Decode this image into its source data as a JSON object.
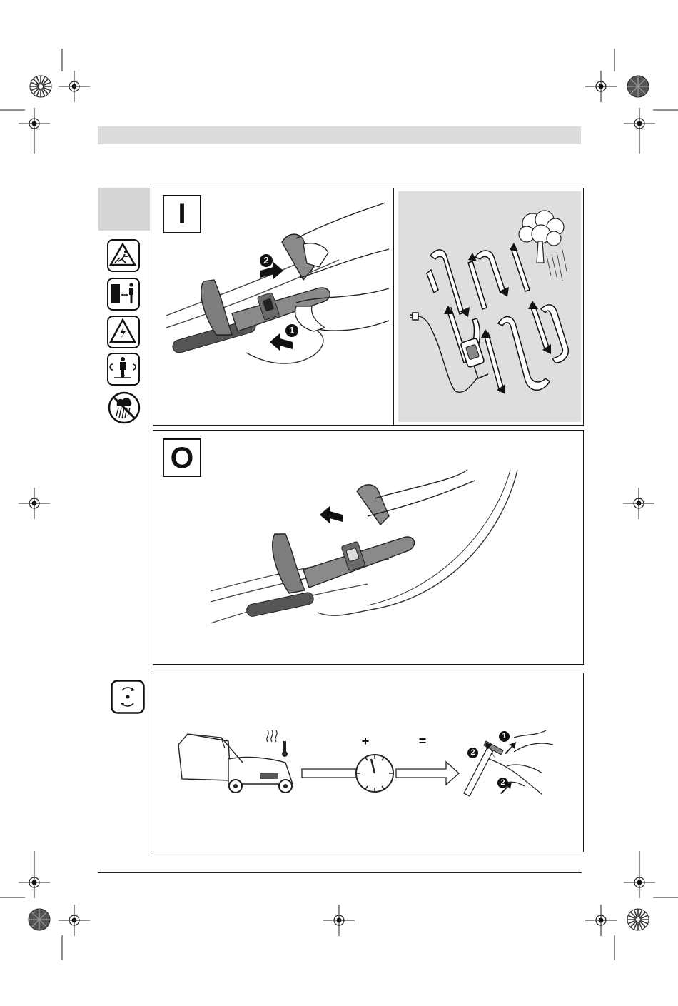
{
  "panels": {
    "switch_on": {
      "symbol": "I",
      "markers": [
        "1",
        "2"
      ]
    },
    "switch_off": {
      "symbol": "O"
    },
    "after_use": {
      "operators": [
        "+",
        "="
      ],
      "markers": [
        "1",
        "2",
        "2"
      ]
    }
  },
  "side_symbols": [
    "blade-hazard-icon",
    "keep-distance-icon",
    "electric-shock-icon",
    "bystander-hazard-icon",
    "no-rain-icon"
  ],
  "maintenance_symbol": "blade-rotation-icon",
  "colors": {
    "panel_grey": "#dedede",
    "header_band": "#dcdcdc",
    "ink": "#111111"
  }
}
